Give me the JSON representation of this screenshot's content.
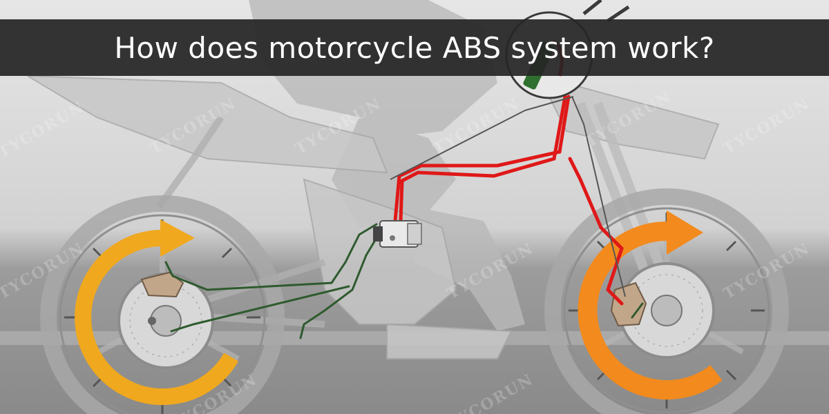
{
  "title": "How does motorcycle ABS system work?",
  "watermark": "TYCORUN",
  "image": {
    "subject": "motorcycle-abs-diagram",
    "colors": {
      "background": "#d4d4d4",
      "title_bar": "#262626",
      "title_text": "#ffffff",
      "rear_arrow": "#f0a81e",
      "front_arrow": "#f28a1e",
      "brake_line_red": "#e01818",
      "brake_line_green": "#2e5a2e"
    }
  }
}
